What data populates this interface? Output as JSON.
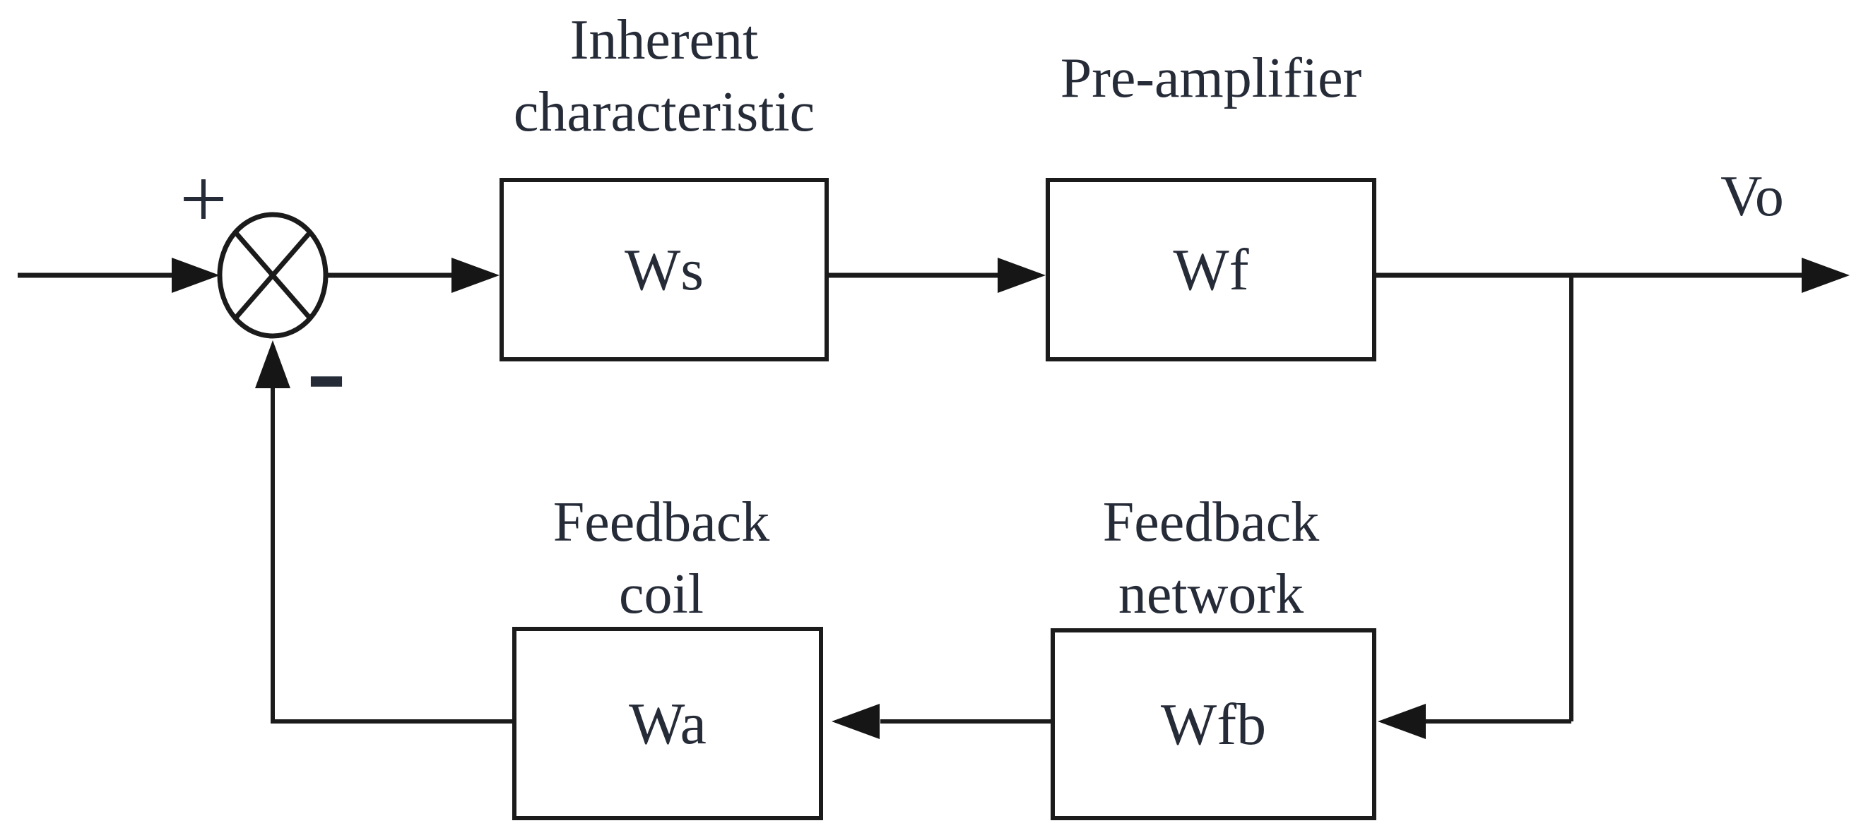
{
  "colors": {
    "background": "#ffffff",
    "line": "#1b1b1b",
    "text": "#262b38"
  },
  "summing_junction": {
    "plus": "+",
    "minus": "-"
  },
  "blocks": [
    {
      "id": "ws",
      "symbol": "Ws",
      "caption": "Inherent\ncharacteristic"
    },
    {
      "id": "wf",
      "symbol": "Wf",
      "caption": "Pre-amplifier"
    },
    {
      "id": "wa",
      "symbol": "Wa",
      "caption": "Feedback\ncoil"
    },
    {
      "id": "wfb",
      "symbol": "Wfb",
      "caption": "Feedback\nnetwork"
    }
  ],
  "output": {
    "label": "Vo"
  }
}
